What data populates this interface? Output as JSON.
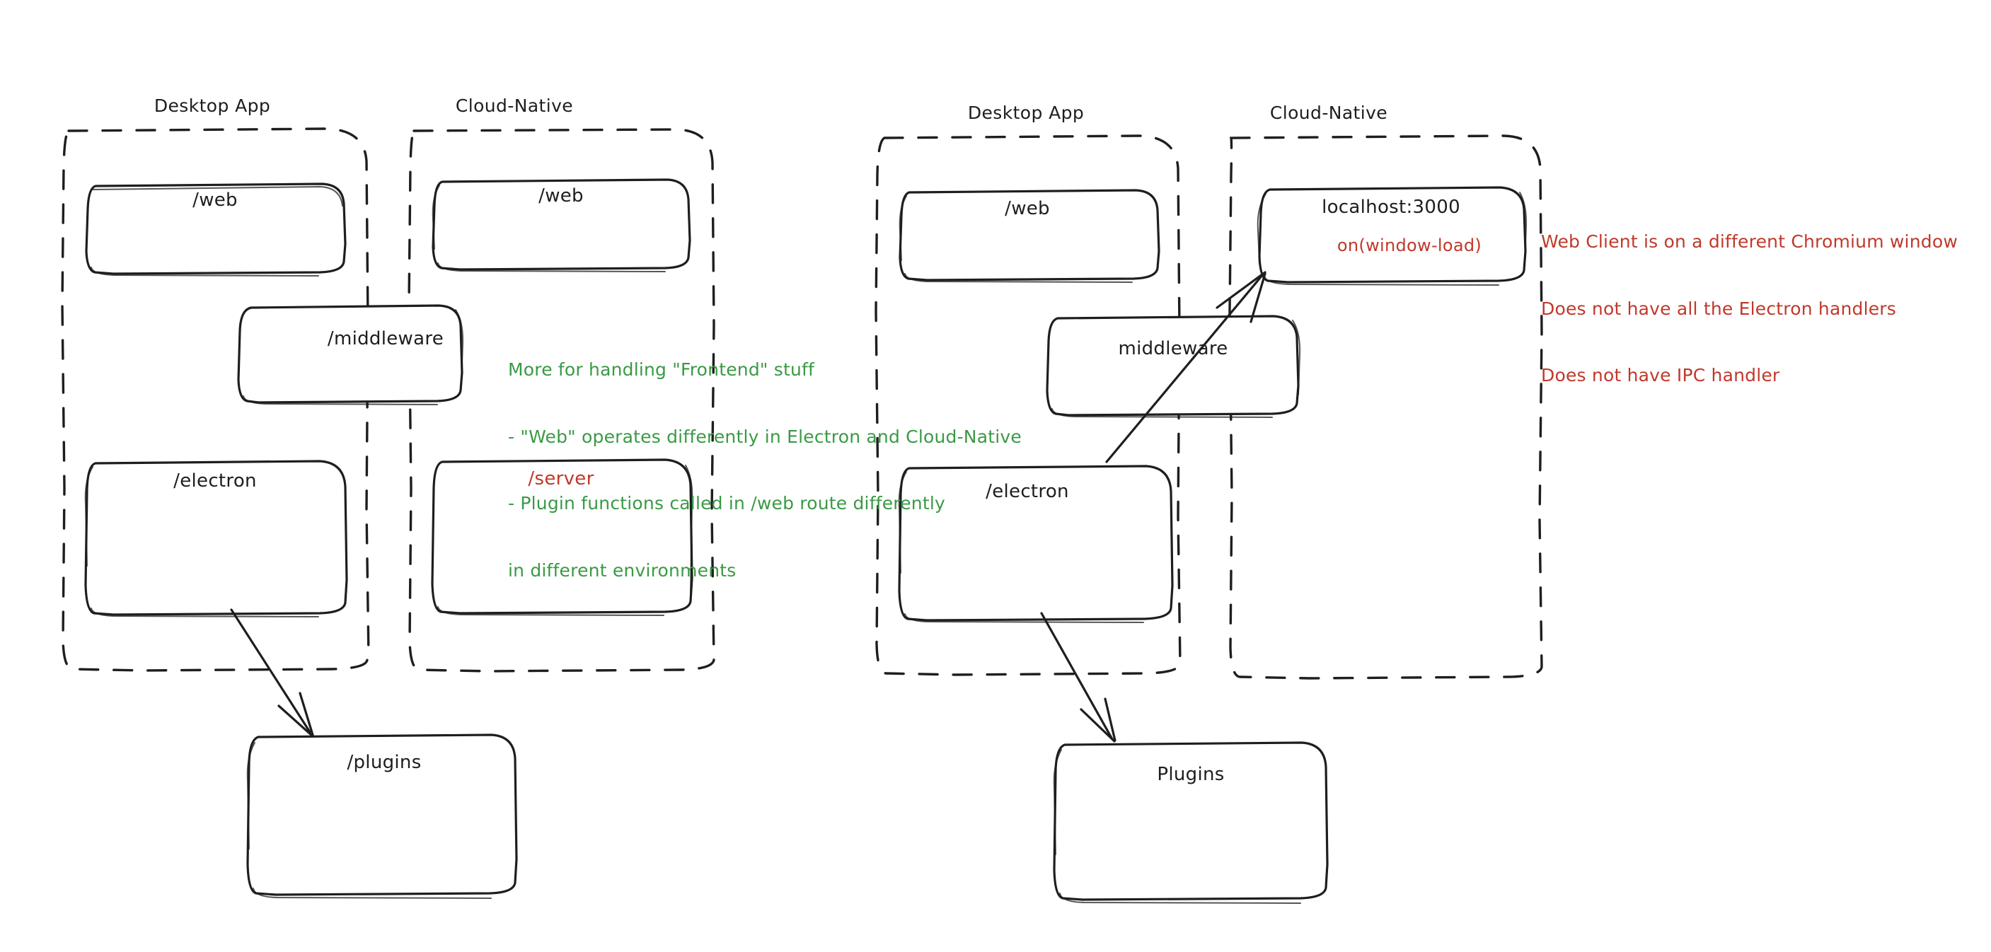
{
  "meta": {
    "background_color": "#ffffff",
    "ink_color": "#1e1e1e",
    "accent_green": "#3a9a45",
    "accent_red": "#c0392b",
    "style": "hand-drawn-excalidraw"
  },
  "diagrams": [
    {
      "id": "left",
      "groups": [
        {
          "id": "left-desktop",
          "label": "Desktop App"
        },
        {
          "id": "left-cloud",
          "label": "Cloud-Native"
        }
      ],
      "nodes": [
        {
          "id": "l-web-desktop",
          "label": "/web",
          "color": "#1e1e1e"
        },
        {
          "id": "l-web-cloud",
          "label": "/web",
          "color": "#1e1e1e"
        },
        {
          "id": "l-middleware",
          "label": "/middleware",
          "color": "#1e1e1e"
        },
        {
          "id": "l-electron",
          "label": "/electron",
          "color": "#1e1e1e"
        },
        {
          "id": "l-server",
          "label": "/server",
          "color": "#c0392b"
        },
        {
          "id": "l-plugins",
          "label": "/plugins",
          "color": "#1e1e1e"
        }
      ],
      "annotation": {
        "id": "left-note",
        "color": "#3a9a45",
        "lines": [
          "More for handling \"Frontend\" stuff",
          "- \"Web\" operates differently in Electron and Cloud-Native",
          "- Plugin functions called in /web route differently",
          "in different environments"
        ]
      }
    },
    {
      "id": "right",
      "groups": [
        {
          "id": "right-desktop",
          "label": "Desktop App"
        },
        {
          "id": "right-cloud",
          "label": "Cloud-Native"
        }
      ],
      "nodes": [
        {
          "id": "r-web",
          "label": "/web",
          "color": "#1e1e1e"
        },
        {
          "id": "r-localhost",
          "label": "localhost:3000",
          "color": "#1e1e1e",
          "sublabel": "on(window-load)",
          "sublabel_color": "#c0392b"
        },
        {
          "id": "r-middleware",
          "label": "middleware",
          "color": "#1e1e1e"
        },
        {
          "id": "r-electron",
          "label": "/electron",
          "color": "#1e1e1e"
        },
        {
          "id": "r-plugins",
          "label": "Plugins",
          "color": "#1e1e1e"
        }
      ],
      "annotation": {
        "id": "right-note",
        "color": "#c0392b",
        "lines": [
          "Web Client is on a different Chromium window",
          "Does not have all the Electron handlers",
          "Does not have IPC handler"
        ]
      }
    }
  ],
  "text": {
    "left_group_desktop": "Desktop App",
    "left_group_cloud": "Cloud-Native",
    "right_group_desktop": "Desktop App",
    "right_group_cloud": "Cloud-Native",
    "l_web_desktop": "/web",
    "l_web_cloud": "/web",
    "l_middleware": "/middleware",
    "l_electron": "/electron",
    "l_server": "/server",
    "l_plugins": "/plugins",
    "r_web": "/web",
    "r_localhost": "localhost:3000",
    "r_localhost_sub": "on(window-load)",
    "r_middleware": "middleware",
    "r_electron": "/electron",
    "r_plugins": "Plugins",
    "green_note_l1": "More for handling \"Frontend\" stuff",
    "green_note_l2": "- \"Web\" operates differently in Electron and Cloud-Native",
    "green_note_l3": "- Plugin functions called in /web route differently",
    "green_note_l4": "in different environments",
    "red_note_l1": "Web Client is on a different Chromium window",
    "red_note_l2": "Does not have all the Electron handlers",
    "red_note_l3": "Does not have IPC handler"
  }
}
